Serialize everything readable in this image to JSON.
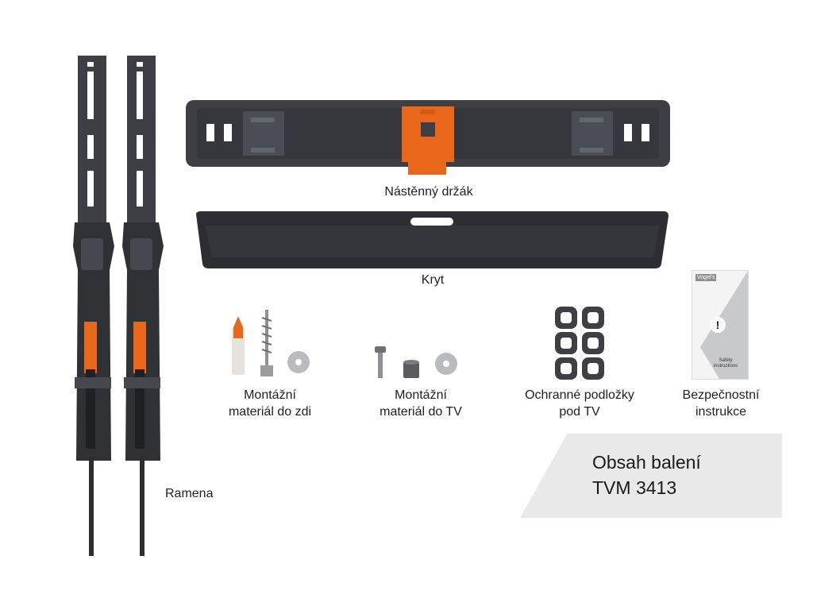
{
  "labels": {
    "wall_bracket": "Nástěnný držák",
    "cover": "Kryt",
    "wall_hardware": [
      "Montážní",
      "materiál do zdi"
    ],
    "tv_hardware": [
      "Montážní",
      "materiál do TV"
    ],
    "pads": [
      "Ochranné podložky",
      "pod TV"
    ],
    "safety": [
      "Bezpečnostní",
      "instrukce"
    ],
    "arms": "Ramena"
  },
  "title": [
    "Obsah balení",
    "TVM 3413"
  ],
  "safety_card": {
    "brand": "Vogel's",
    "text": [
      "Safety",
      "instructions"
    ],
    "icon": "exclamation-icon"
  },
  "colors": {
    "metal": "#3d3f44",
    "metal_dark": "#2b2d31",
    "accent": "#e8671b",
    "panel": "#e9e9ea"
  }
}
